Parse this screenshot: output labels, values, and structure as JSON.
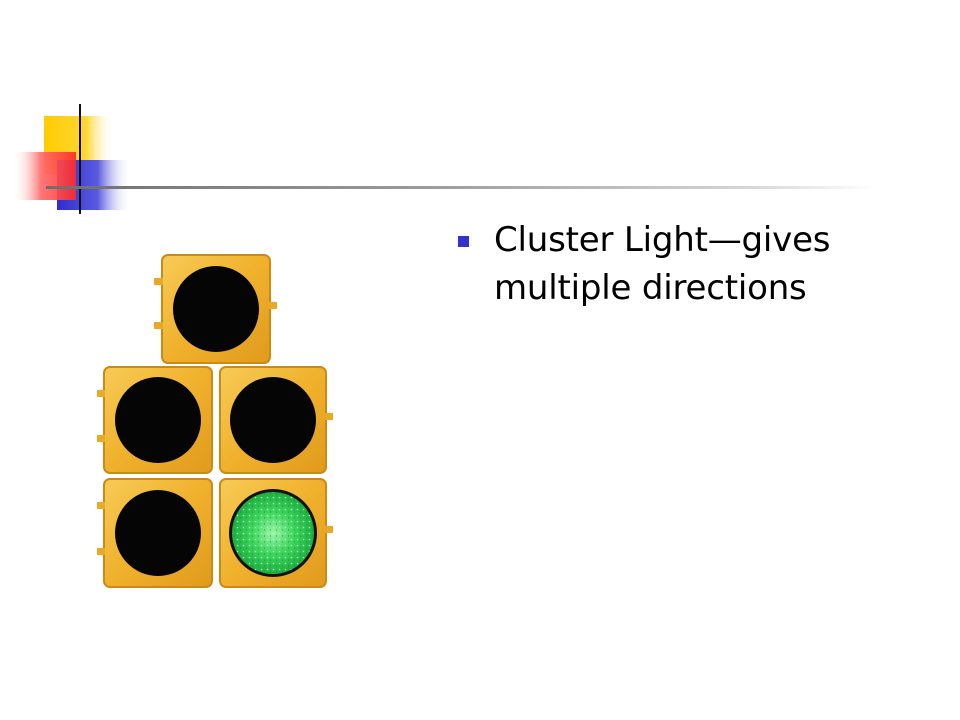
{
  "slide": {
    "bullets": [
      {
        "text": "Cluster Light—gives multiple directions"
      }
    ]
  },
  "colors": {
    "bullet": "#3333cc",
    "text": "#000000",
    "housing": "#f2b731",
    "lens_off": "#050505",
    "lens_green": "#2ecc52",
    "logo_yellow": "#ffcc00",
    "logo_red": "#ff3b3b",
    "logo_blue": "#3333cc"
  },
  "traffic_light": {
    "signals": [
      {
        "position": "top",
        "state": "off"
      },
      {
        "position": "middle-left",
        "state": "off"
      },
      {
        "position": "middle-right",
        "state": "off"
      },
      {
        "position": "bottom-left",
        "state": "off"
      },
      {
        "position": "bottom-right",
        "state": "green"
      }
    ]
  },
  "icons": {
    "corner": "corner-squares-icon",
    "bullet": "square-bullet-icon"
  }
}
